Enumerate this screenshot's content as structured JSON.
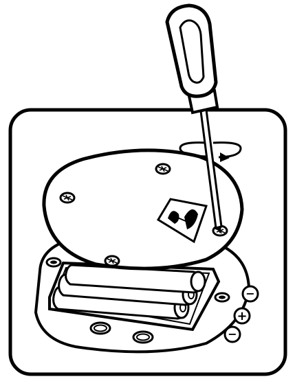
{
  "illustration": {
    "subject": "battery-compartment-cover-removal",
    "colors": {
      "ink": "#000000",
      "paper": "#ffffff",
      "shade": "#e8e8e8"
    }
  },
  "polarity_markers": {
    "items": [
      {
        "symbol": "−",
        "meaning": "negative"
      },
      {
        "symbol": "+",
        "meaning": "positive"
      },
      {
        "symbol": "−",
        "meaning": "negative"
      }
    ]
  },
  "icons": [
    "screwdriver-icon",
    "rotation-arrow-icon",
    "screw-icon",
    "battery-icon",
    "hand-logo-icon"
  ]
}
